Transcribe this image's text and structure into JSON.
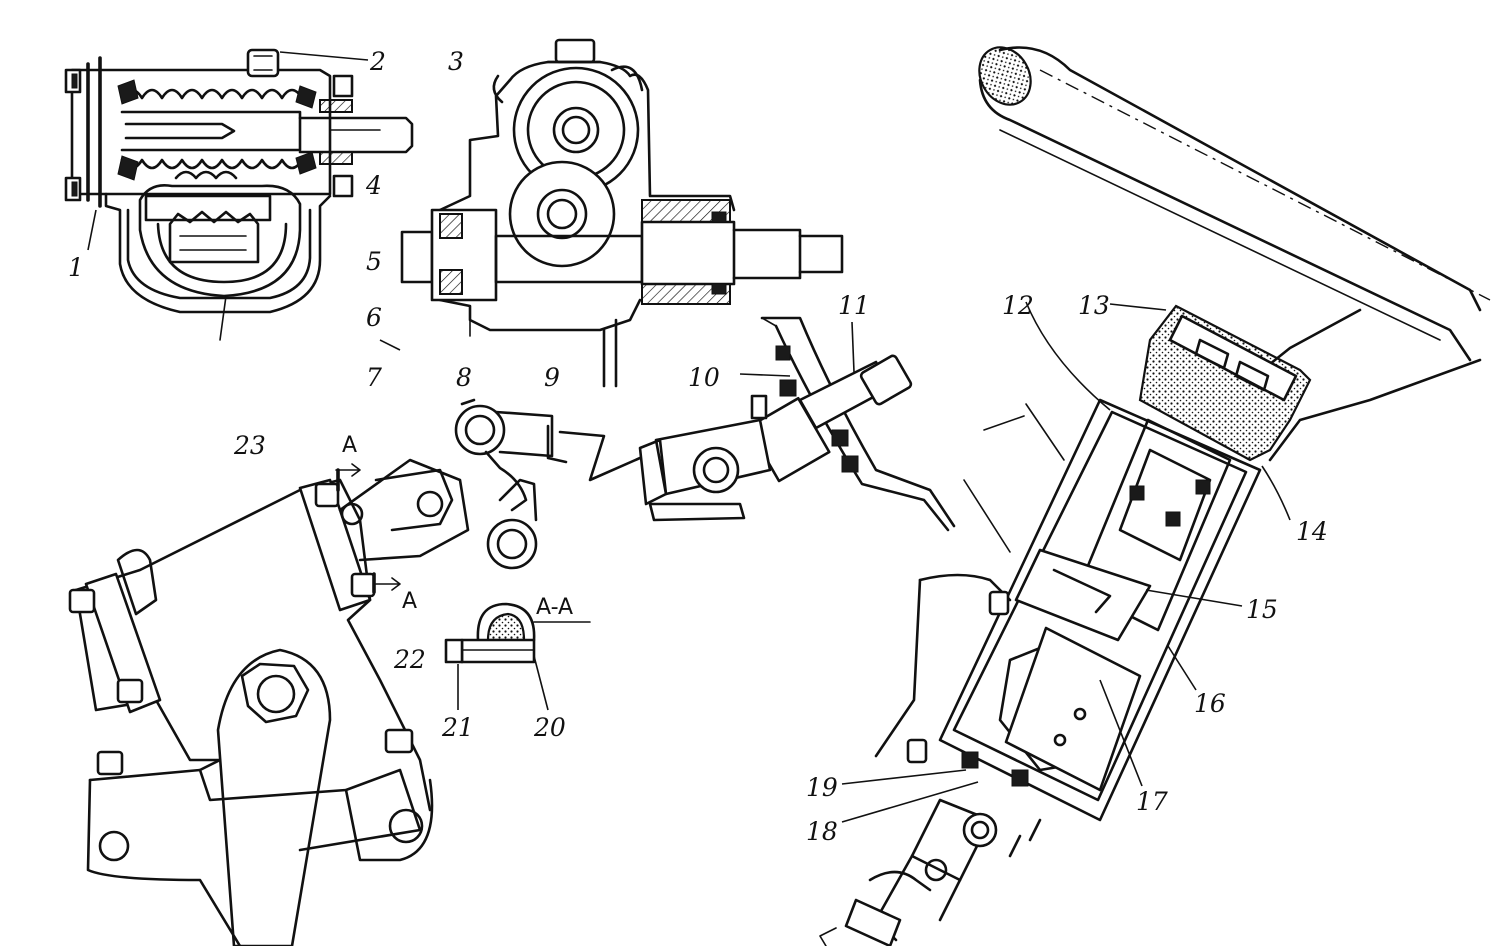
{
  "callouts": [
    {
      "id": "1",
      "text": "1"
    },
    {
      "id": "2",
      "text": "2"
    },
    {
      "id": "3",
      "text": "3"
    },
    {
      "id": "4",
      "text": "4"
    },
    {
      "id": "5",
      "text": "5"
    },
    {
      "id": "6",
      "text": "6"
    },
    {
      "id": "7",
      "text": "7"
    },
    {
      "id": "8",
      "text": "8"
    },
    {
      "id": "9",
      "text": "9"
    },
    {
      "id": "10",
      "text": "10"
    },
    {
      "id": "11",
      "text": "11"
    },
    {
      "id": "12",
      "text": "12"
    },
    {
      "id": "13",
      "text": "13"
    },
    {
      "id": "14",
      "text": "14"
    },
    {
      "id": "15",
      "text": "15"
    },
    {
      "id": "16",
      "text": "16"
    },
    {
      "id": "17",
      "text": "17"
    },
    {
      "id": "18",
      "text": "18"
    },
    {
      "id": "19",
      "text": "19"
    },
    {
      "id": "20",
      "text": "20"
    },
    {
      "id": "21",
      "text": "21"
    },
    {
      "id": "22",
      "text": "22"
    },
    {
      "id": "23",
      "text": "23"
    }
  ],
  "section": {
    "marker_top": "A",
    "marker_bottom": "A",
    "detail_title": "A-A"
  }
}
